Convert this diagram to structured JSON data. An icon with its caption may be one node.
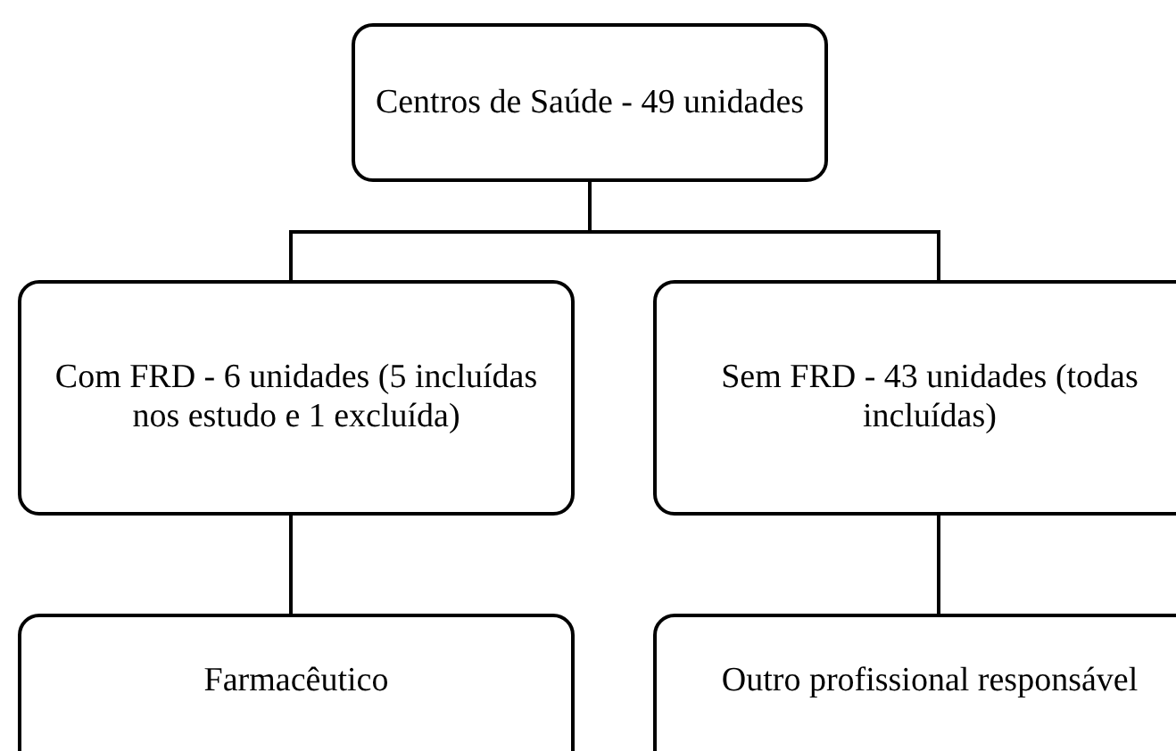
{
  "diagram": {
    "nodes": [
      {
        "text": [
          "Centros de Saúde - 49 unidades"
        ]
      },
      {
        "text": [
          "Com FRD - 6 unidades (5 incluídas nos estudo e 1 excluída)"
        ]
      },
      {
        "text": [
          "Sem FRD - 43 unidades (todas incluídas)"
        ]
      },
      {
        "text": [
          "Farmacêutico"
        ]
      },
      {
        "text": [
          "Outro profissional responsável"
        ]
      }
    ],
    "edges": [
      {
        "from": 0,
        "to": 1,
        "arrow": "none"
      },
      {
        "from": 0,
        "to": 2,
        "arrow": "none"
      },
      {
        "from": 1,
        "to": 3,
        "arrow": "none"
      },
      {
        "from": 2,
        "to": 4,
        "arrow": "none"
      }
    ]
  }
}
